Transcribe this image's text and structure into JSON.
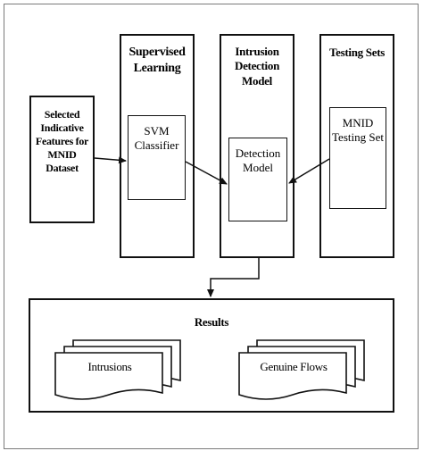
{
  "diagram": {
    "input_box": {
      "label": "Selected\nIndicative\nFeatures for\nMNID Dataset"
    },
    "supervised_learning": {
      "title": "Supervised\nLearning",
      "inner": "SVM\nClassifier"
    },
    "intrusion_detection_model": {
      "title": "Intrusion\nDetection\nModel",
      "inner": "Detection\nModel"
    },
    "testing_sets": {
      "title": "Testing Sets",
      "inner": "MNID\nTesting Set"
    },
    "results": {
      "title": "Results",
      "outputs": [
        "Intrusions",
        "Genuine Flows"
      ]
    }
  }
}
